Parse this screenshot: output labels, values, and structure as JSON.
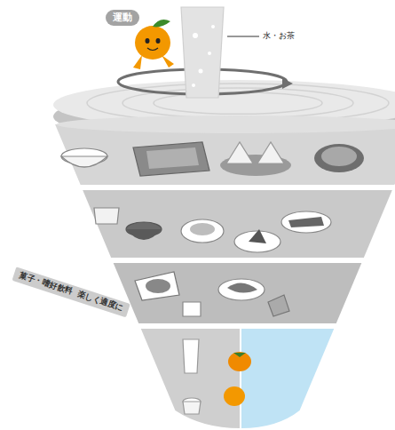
{
  "diagram": {
    "nodes": [
      {
        "text": [
          "運動"
        ]
      },
      {
        "text": [
          "菓子・嗜好飲料",
          "楽しく適度に"
        ]
      }
    ],
    "labels": [
      "水・お茶"
    ]
  }
}
